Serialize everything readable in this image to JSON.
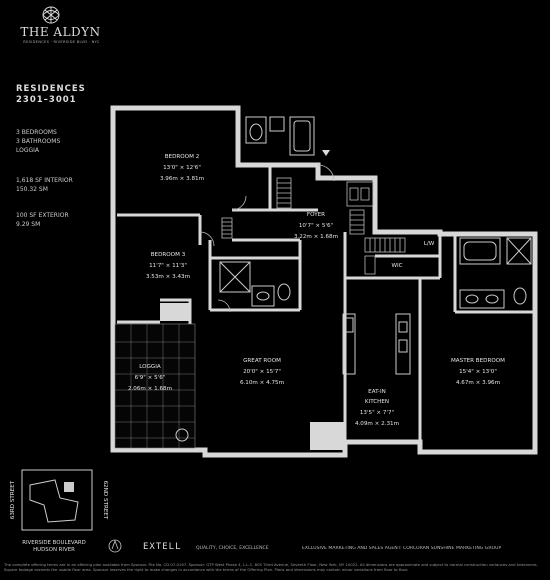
{
  "brand": {
    "name": "THE ALDYN",
    "subtitle": "RESIDENCES · RIVERSIDE BLVD · NYC"
  },
  "residence": {
    "title": "RESIDENCES",
    "units": "2301–3001"
  },
  "specs": {
    "bedrooms": "3 BEDROOMS",
    "bathrooms": "3 BATHROOMS",
    "loggia": "LOGGIA",
    "interior_sf": "1,618 SF INTERIOR",
    "interior_sm": "150.32 SM",
    "exterior_sf": "100 SF EXTERIOR",
    "exterior_sm": "9.29 SM"
  },
  "rooms": {
    "bedroom2": {
      "name": "BEDROOM 2",
      "ft": "13'0\" × 12'6\"",
      "m": "3.96m × 3.81m"
    },
    "bedroom3": {
      "name": "BEDROOM 3",
      "ft": "11'7\" × 11'3\"",
      "m": "3.53m × 3.43m"
    },
    "foyer": {
      "name": "FOYER",
      "ft": "10'7\" × 5'6\"",
      "m": "3.22m × 1.68m"
    },
    "great_room": {
      "name": "GREAT ROOM",
      "ft": "20'0\" × 15'7\"",
      "m": "6.10m × 4.75m"
    },
    "master": {
      "name": "MASTER BEDROOM",
      "ft": "15'4\" × 13'0\"",
      "m": "4.67m × 3.96m"
    },
    "loggia": {
      "name": "LOGGIA",
      "ft": "6'9\" × 5'6\"",
      "m": "2.06m × 1.68m"
    },
    "kitchen_a": "EAT-IN",
    "kitchen_b": "KITCHEN",
    "kitchen_ft": "13'5\" × 7'7\"",
    "kitchen_m": "4.09m × 2.31m",
    "wic": "WIC",
    "lw": "L/W"
  },
  "streets": {
    "left": "63RD STREET",
    "right": "62ND STREET"
  },
  "river": {
    "line1": "RIVERSIDE BOULEVARD",
    "line2": "HUDSON RIVER"
  },
  "footer": {
    "developer": "EXTELL",
    "tagline": "QUALITY, CHOICE, EXCELLENCE",
    "marketing": "EXCLUSIVE MARKETING AND SALES AGENT: CORCORAN SUNSHINE MARKETING GROUP",
    "disclaimer": "The complete offering terms are in an offering plan available from Sponsor. File No. CD 07-0197. Sponsor: GTP West Phase 4, L.L.C. 805 Third Avenue, Seventh Floor, New York, NY 10022. All dimensions are approximate and subject to normal construction variances and tolerances. Square footage exceeds the usable floor area. Sponsor reserves the right to make changes in accordance with the terms of the Offering Plan. Plans and dimensions may contain minor variations from floor to floor."
  }
}
